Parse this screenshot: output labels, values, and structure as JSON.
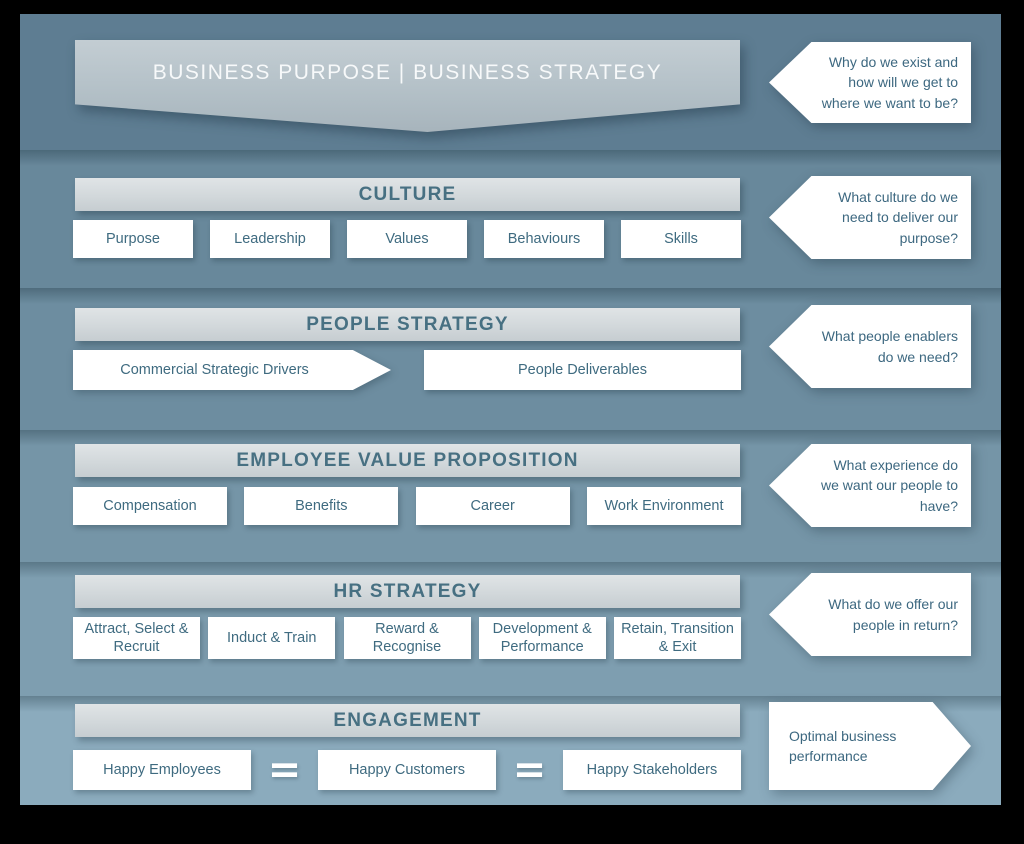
{
  "colors": {
    "frame_bg": "#000000",
    "band_business_purpose": "#5e7d92",
    "band_culture": "#68889b",
    "band_people_strategy": "#6d8da0",
    "band_evp": "#7595a7",
    "band_hr_strategy": "#7e9eb0",
    "band_engagement": "#8babbd",
    "header_bar": "#d2d8db",
    "banner_gray": "#b2bfc6",
    "title_teal": "#477082",
    "label_teal": "#3f6b80",
    "white_box": "#ffffff"
  },
  "bands": [
    {
      "id": "business-purpose",
      "title": "BUSINESS PURPOSE  |  BUSINESS STRATEGY",
      "callout": "Why do we exist and how will we get to where we want to be?"
    },
    {
      "id": "culture",
      "title": "CULTURE",
      "items": [
        "Purpose",
        "Leadership",
        "Values",
        "Behaviours",
        "Skills"
      ],
      "callout": "What culture do we need to deliver our purpose?"
    },
    {
      "id": "people-strategy",
      "title": "PEOPLE STRATEGY",
      "items": [
        "Commercial Strategic Drivers",
        "People Deliverables"
      ],
      "callout": "What people enablers do we need?"
    },
    {
      "id": "employee-value-proposition",
      "title": "EMPLOYEE VALUE PROPOSITION",
      "items": [
        "Compensation",
        "Benefits",
        "Career",
        "Work Environment"
      ],
      "callout": "What experience do we want our people to have?"
    },
    {
      "id": "hr-strategy",
      "title": "HR STRATEGY",
      "items": [
        "Attract, Select & Recruit",
        "Induct & Train",
        "Reward & Recognise",
        "Development & Performance",
        "Retain, Transition & Exit"
      ],
      "callout": "What do we offer our people in return?"
    },
    {
      "id": "engagement",
      "title": "ENGAGEMENT",
      "items": [
        "Happy Employees",
        "Happy Customers",
        "Happy Stakeholders"
      ],
      "equals_symbol": "=",
      "callout": "Optimal business performance"
    }
  ]
}
